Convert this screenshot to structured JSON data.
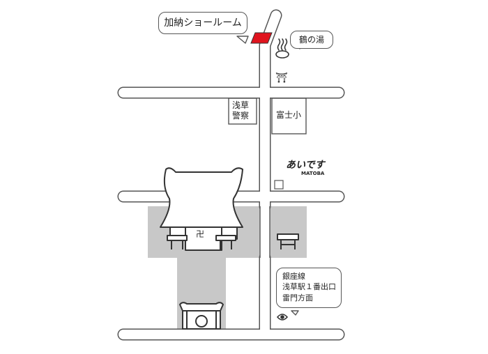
{
  "labels": {
    "showroom": "加納ショールーム",
    "bathhouse": "鶴の湯",
    "shrine_symbol": "⛩",
    "police_line1": "浅草",
    "police_line2": "警察",
    "school": "富士小",
    "logo_main": "あいです",
    "logo_sub": "MATOBA",
    "temple_symbol": "卍",
    "station_line1": "銀座線",
    "station_line2": "浅草駅１番出口",
    "station_line3": "雷門方面"
  },
  "colors": {
    "road_outline": "#555555",
    "plaza": "#c8c8c8",
    "showroom_marker": "#e0141e",
    "text": "#222222"
  }
}
